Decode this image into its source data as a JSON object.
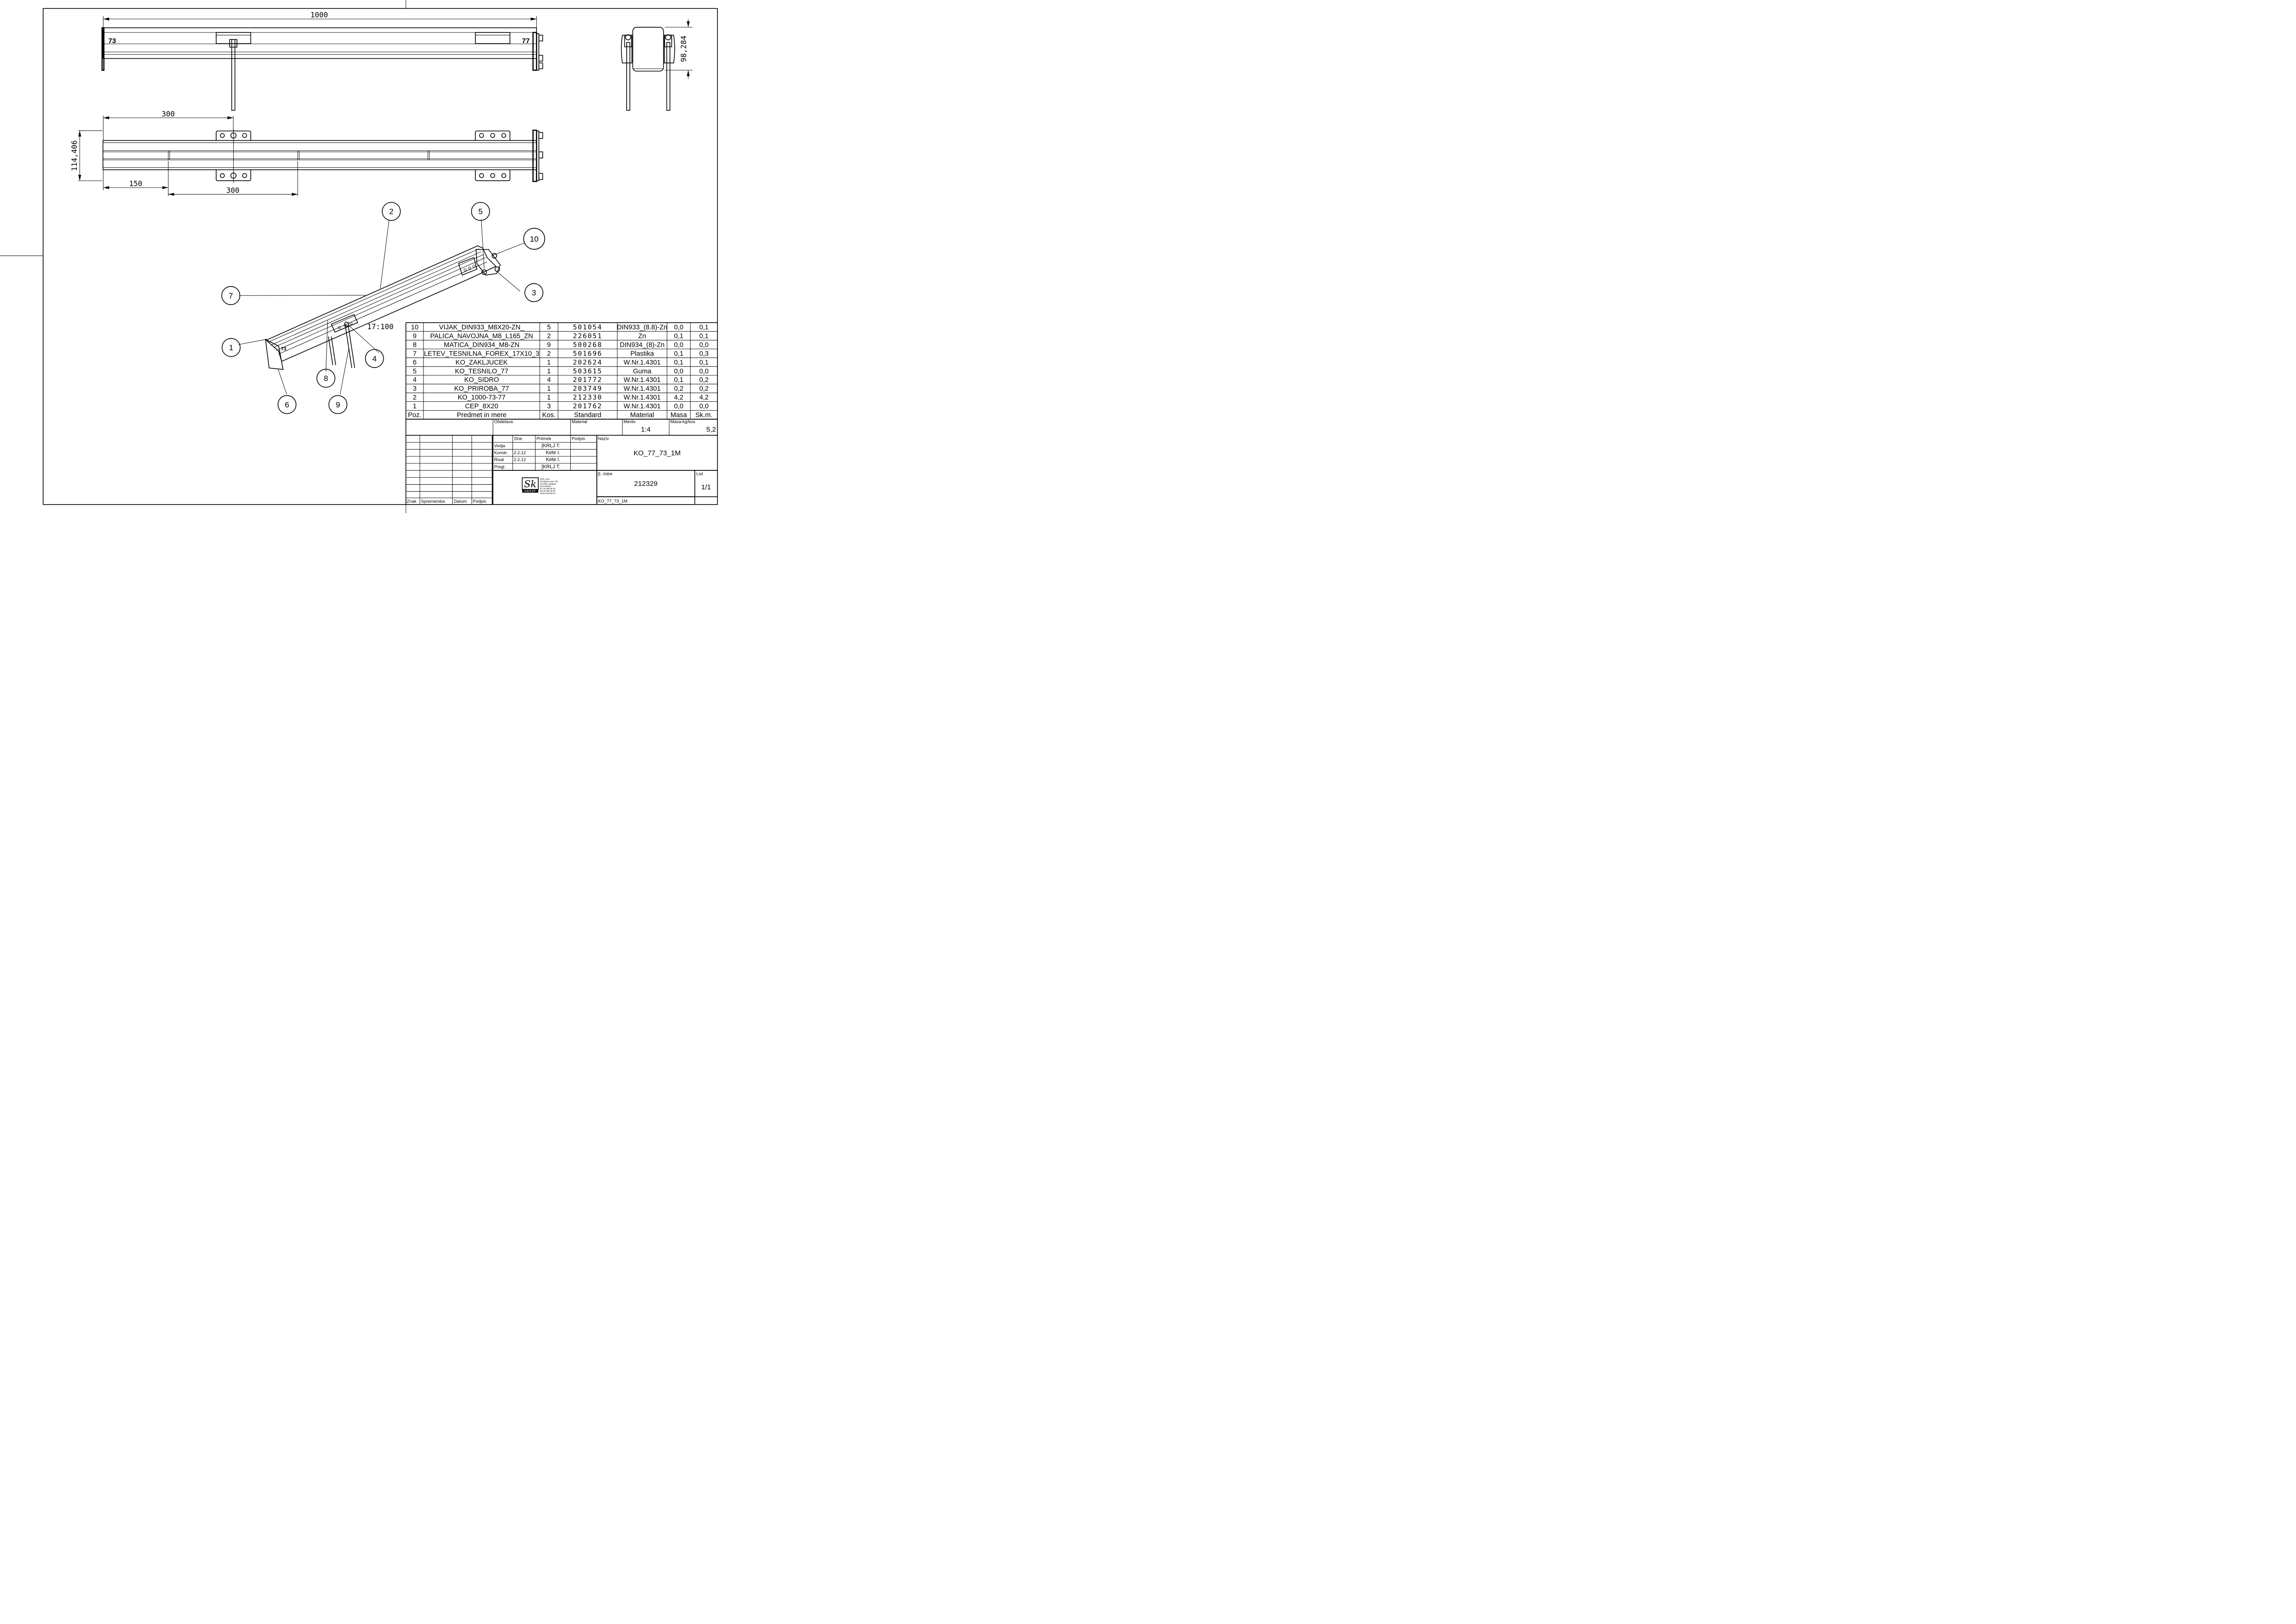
{
  "dimensions": {
    "length_top": "1000",
    "side_height": "98,284",
    "offset_300_top": "300",
    "width": "114,406",
    "offset_150": "150",
    "offset_300_bottom": "300",
    "slope": "17:100"
  },
  "profile_marks": {
    "left": "73",
    "right": "77"
  },
  "balloons": [
    "1",
    "2",
    "3",
    "4",
    "5",
    "6",
    "7",
    "8",
    "9",
    "10"
  ],
  "bom": {
    "rows": [
      {
        "poz": "10",
        "name": "VIJAK_DIN933_M8X20-ZN_",
        "kos": "5",
        "std": "501054",
        "mat": "DIN933_(8.8)-Zn",
        "masa": "0,0",
        "skm": "0,1"
      },
      {
        "poz": "9",
        "name": "PALICA_NAVOJNA_M8_L165_ZN",
        "kos": "2",
        "std": "226051",
        "mat": "Zn",
        "masa": "0,1",
        "skm": "0,1"
      },
      {
        "poz": "8",
        "name": "MATICA_DIN934_M8-ZN",
        "kos": "9",
        "std": "500268",
        "mat": "DIN934_(8)-Zn",
        "masa": "0,0",
        "skm": "0,0"
      },
      {
        "poz": "7",
        "name": "LETEV_TESNILNA_FOREX_17X10_3",
        "kos": "2",
        "std": "501696",
        "mat": "Plastika",
        "masa": "0,1",
        "skm": "0,3"
      },
      {
        "poz": "6",
        "name": "KO_ZAKLJUCEK",
        "kos": "1",
        "std": "202624",
        "mat": "W.Nr.1.4301",
        "masa": "0,1",
        "skm": "0,1"
      },
      {
        "poz": "5",
        "name": "KO_TESNILO_77",
        "kos": "1",
        "std": "503615",
        "mat": "Guma",
        "masa": "0,0",
        "skm": "0,0"
      },
      {
        "poz": "4",
        "name": "KO_SIDRO",
        "kos": "4",
        "std": "201772",
        "mat": "W.Nr.1.4301",
        "masa": "0,1",
        "skm": "0,2"
      },
      {
        "poz": "3",
        "name": "KO_PRIROBA_77",
        "kos": "1",
        "std": "203749",
        "mat": "W.Nr.1.4301",
        "masa": "0,2",
        "skm": "0,2"
      },
      {
        "poz": "2",
        "name": "KO_1000-73-77",
        "kos": "1",
        "std": "212330",
        "mat": "W.Nr.1.4301",
        "masa": "4,2",
        "skm": "4,2"
      },
      {
        "poz": "1",
        "name": "CEP_8X20",
        "kos": "3",
        "std": "201762",
        "mat": "W.Nr.1.4301",
        "masa": "0,0",
        "skm": "0,0"
      }
    ],
    "header": {
      "poz": "Poz.",
      "name": "Predmet in mere",
      "kos": "Kos.",
      "std": "Standard",
      "mat": "Material",
      "masa": "Masa",
      "skm": "Sk.m."
    }
  },
  "title_block": {
    "obdelava_label": "Obdelava",
    "material_label": "Material",
    "merilo_label": "Merilo",
    "merilo_value": "1:4",
    "masa_label": "Masa-kg/kos",
    "masa_value": "5,2",
    "dne_label": "Dne",
    "priimek_label": "Priimek",
    "podpis_label": "Podpis",
    "naziv_label": "Naziv",
    "naziv_value": "KO_77_73_1M",
    "roles": [
      {
        "role": "Vodja",
        "date": "",
        "name": "[KRLJ T."
      },
      {
        "role": "Konstr.",
        "date": "2.2.12",
        "name": "Kete I."
      },
      {
        "role": "Risal",
        "date": "2.2.12",
        "name": "Kete I."
      },
      {
        "role": "Pregl.",
        "date": "",
        "name": "[KRLJ T."
      }
    ],
    "risba_label": "[t. risbe",
    "risba_value": "212329",
    "list_label": "List",
    "list_value": "1/1",
    "footer_name": "KO_77_73_1M",
    "znak_label": "Znak",
    "sprememba_label": "Sprememba",
    "datum_label": "Datum",
    "podpis2_label": "Podpis",
    "logo_text": "Sk",
    "logo_sub": "GROUP",
    "company_lines": [
      "[KRLJ doo",
      "Dunajska cesta 106",
      "SI-1000 Ljubljana",
      "SLOVENIJA",
      "tel. 05 366 35 00",
      "fax 05 366 35 05",
      "www.sk-group.eu"
    ]
  }
}
